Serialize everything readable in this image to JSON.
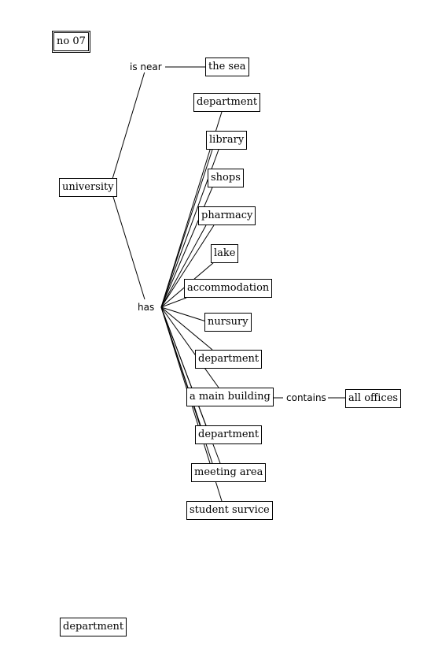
{
  "title": "no 07",
  "root": "university",
  "links": {
    "near": "is near",
    "has": "has",
    "contains": "contains"
  },
  "nodes": {
    "sea": "the sea",
    "d1": "department",
    "library": "library",
    "shops": "shops",
    "pharmacy": "pharmacy",
    "lake": "lake",
    "accommodation": "accommodation",
    "nursury": "nursury",
    "d2": "department",
    "main": "a main building",
    "offices": "all offices",
    "d3": "department",
    "meeting": "meeting area",
    "student": "student survice",
    "floating": "department"
  }
}
